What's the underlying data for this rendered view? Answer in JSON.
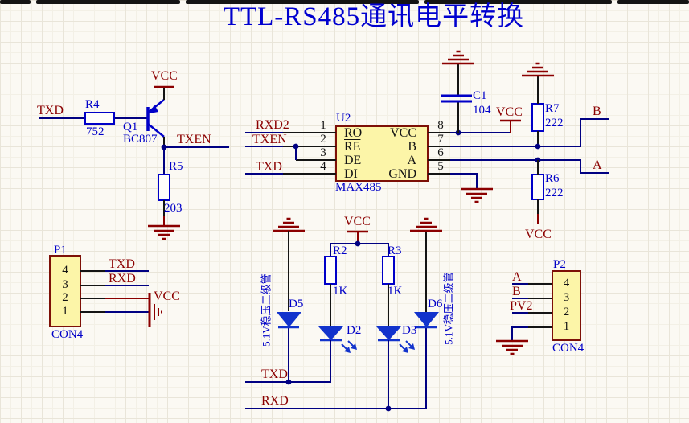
{
  "title": "TTL-RS485通讯电平转换",
  "colors": {
    "wire": "#000082",
    "component_blue": "#0000c8",
    "power_red": "#8b0000",
    "chip_fill": "#fcf5a8",
    "chip_border": "#7d1007",
    "diode_blue": "#1233cc"
  },
  "q1": {
    "ref": "Q1",
    "part": "BC807",
    "vcc": "VCC",
    "txd": "TXD",
    "txen": "TXEN"
  },
  "r4": {
    "ref": "R4",
    "val": "752"
  },
  "r5": {
    "ref": "R5",
    "val": "203"
  },
  "u2": {
    "ref": "U2",
    "part": "MAX485",
    "rxd2": "RXD2",
    "txen": "TXEN",
    "txd": "TXD",
    "pins_left": [
      {
        "n": "1",
        "name": "RO"
      },
      {
        "n": "2",
        "name": "RE"
      },
      {
        "n": "3",
        "name": "DE"
      },
      {
        "n": "4",
        "name": "DI"
      }
    ],
    "pins_right": [
      {
        "n": "8",
        "name": "VCC"
      },
      {
        "n": "7",
        "name": "B"
      },
      {
        "n": "6",
        "name": "A"
      },
      {
        "n": "5",
        "name": "GND"
      }
    ]
  },
  "c1": {
    "ref": "C1",
    "val": "104"
  },
  "r7": {
    "ref": "R7",
    "val": "222"
  },
  "r6": {
    "ref": "R6",
    "val": "222"
  },
  "r2": {
    "ref": "R2",
    "val": "1K"
  },
  "r3": {
    "ref": "R3",
    "val": "1K"
  },
  "d2": {
    "ref": "D2"
  },
  "d3": {
    "ref": "D3"
  },
  "d5": {
    "ref": "D5",
    "note": "5.1V稳压二级管"
  },
  "d6": {
    "ref": "D6",
    "note": "5.1V稳压二级管"
  },
  "p1": {
    "ref": "P1",
    "part": "CON4",
    "pins": [
      "4",
      "3",
      "2",
      "1"
    ],
    "txd": "TXD",
    "rxd": "RXD",
    "vcc": "VCC"
  },
  "p2": {
    "ref": "P2",
    "part": "CON4",
    "pins": [
      "4",
      "3",
      "2",
      "1"
    ],
    "a": "A",
    "b": "B",
    "pv2": "PV2"
  },
  "nets": {
    "vcc_u2": "VCC",
    "b": "B",
    "a": "A",
    "vcc_r6": "VCC",
    "vcc_led": "VCC",
    "txd": "TXD",
    "rxd": "RXD"
  }
}
